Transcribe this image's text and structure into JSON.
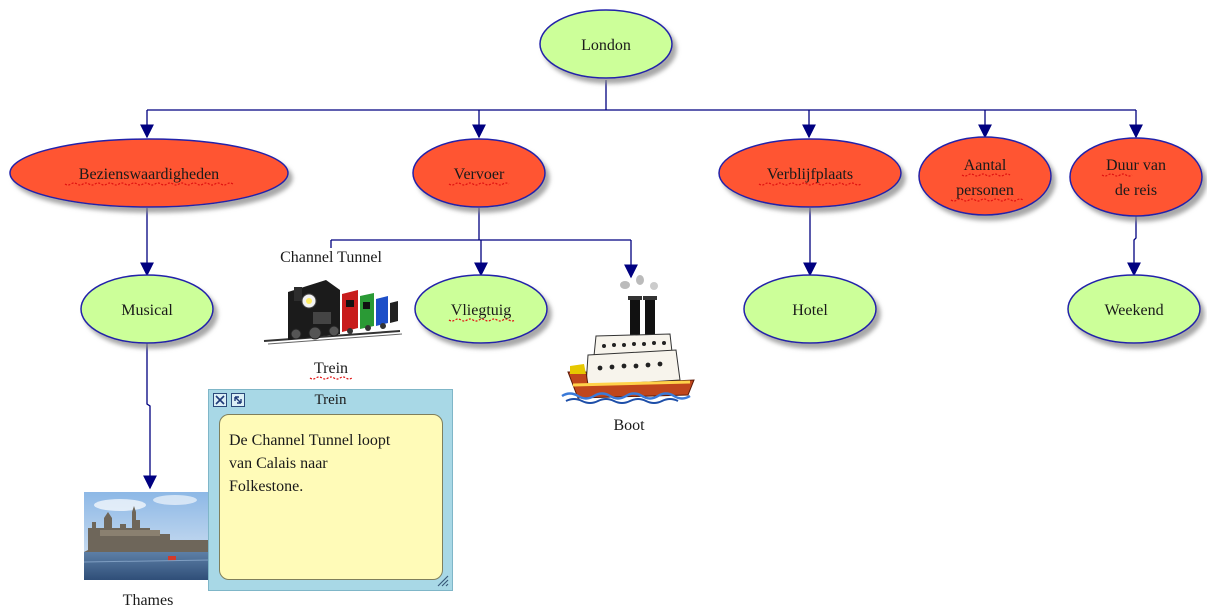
{
  "root": {
    "label": "London"
  },
  "branches": [
    {
      "id": "bezienswaardigheden",
      "label": "Bezienswaardigheden"
    },
    {
      "id": "vervoer",
      "label": "Vervoer"
    },
    {
      "id": "verblijfplaats",
      "label": "Verblijfplaats"
    },
    {
      "id": "aantal",
      "label_lines": [
        "Aantal",
        "personen"
      ]
    },
    {
      "id": "duur",
      "label_lines": [
        "Duur van",
        "de reis"
      ]
    }
  ],
  "leaves": {
    "musical": "Musical",
    "vliegtuig": "Vliegtuig",
    "hotel": "Hotel",
    "weekend": "Weekend"
  },
  "images": {
    "train": {
      "caption": "Trein",
      "label": "Channel Tunnel"
    },
    "boat": {
      "caption": "Boot"
    },
    "thames": {
      "caption": "Thames"
    }
  },
  "note": {
    "title": "Trein",
    "text_lines": [
      "De Channel Tunnel loopt",
      "van Calais naar",
      "Folkestone."
    ]
  },
  "colors": {
    "root_fill": "#ccff99",
    "branch_fill": "#ff5533",
    "leaf_fill": "#ccff99",
    "outline": "#2222aa",
    "connector": "#000080",
    "note_frame": "#a8d8e6",
    "note_body": "#fffbb8"
  }
}
